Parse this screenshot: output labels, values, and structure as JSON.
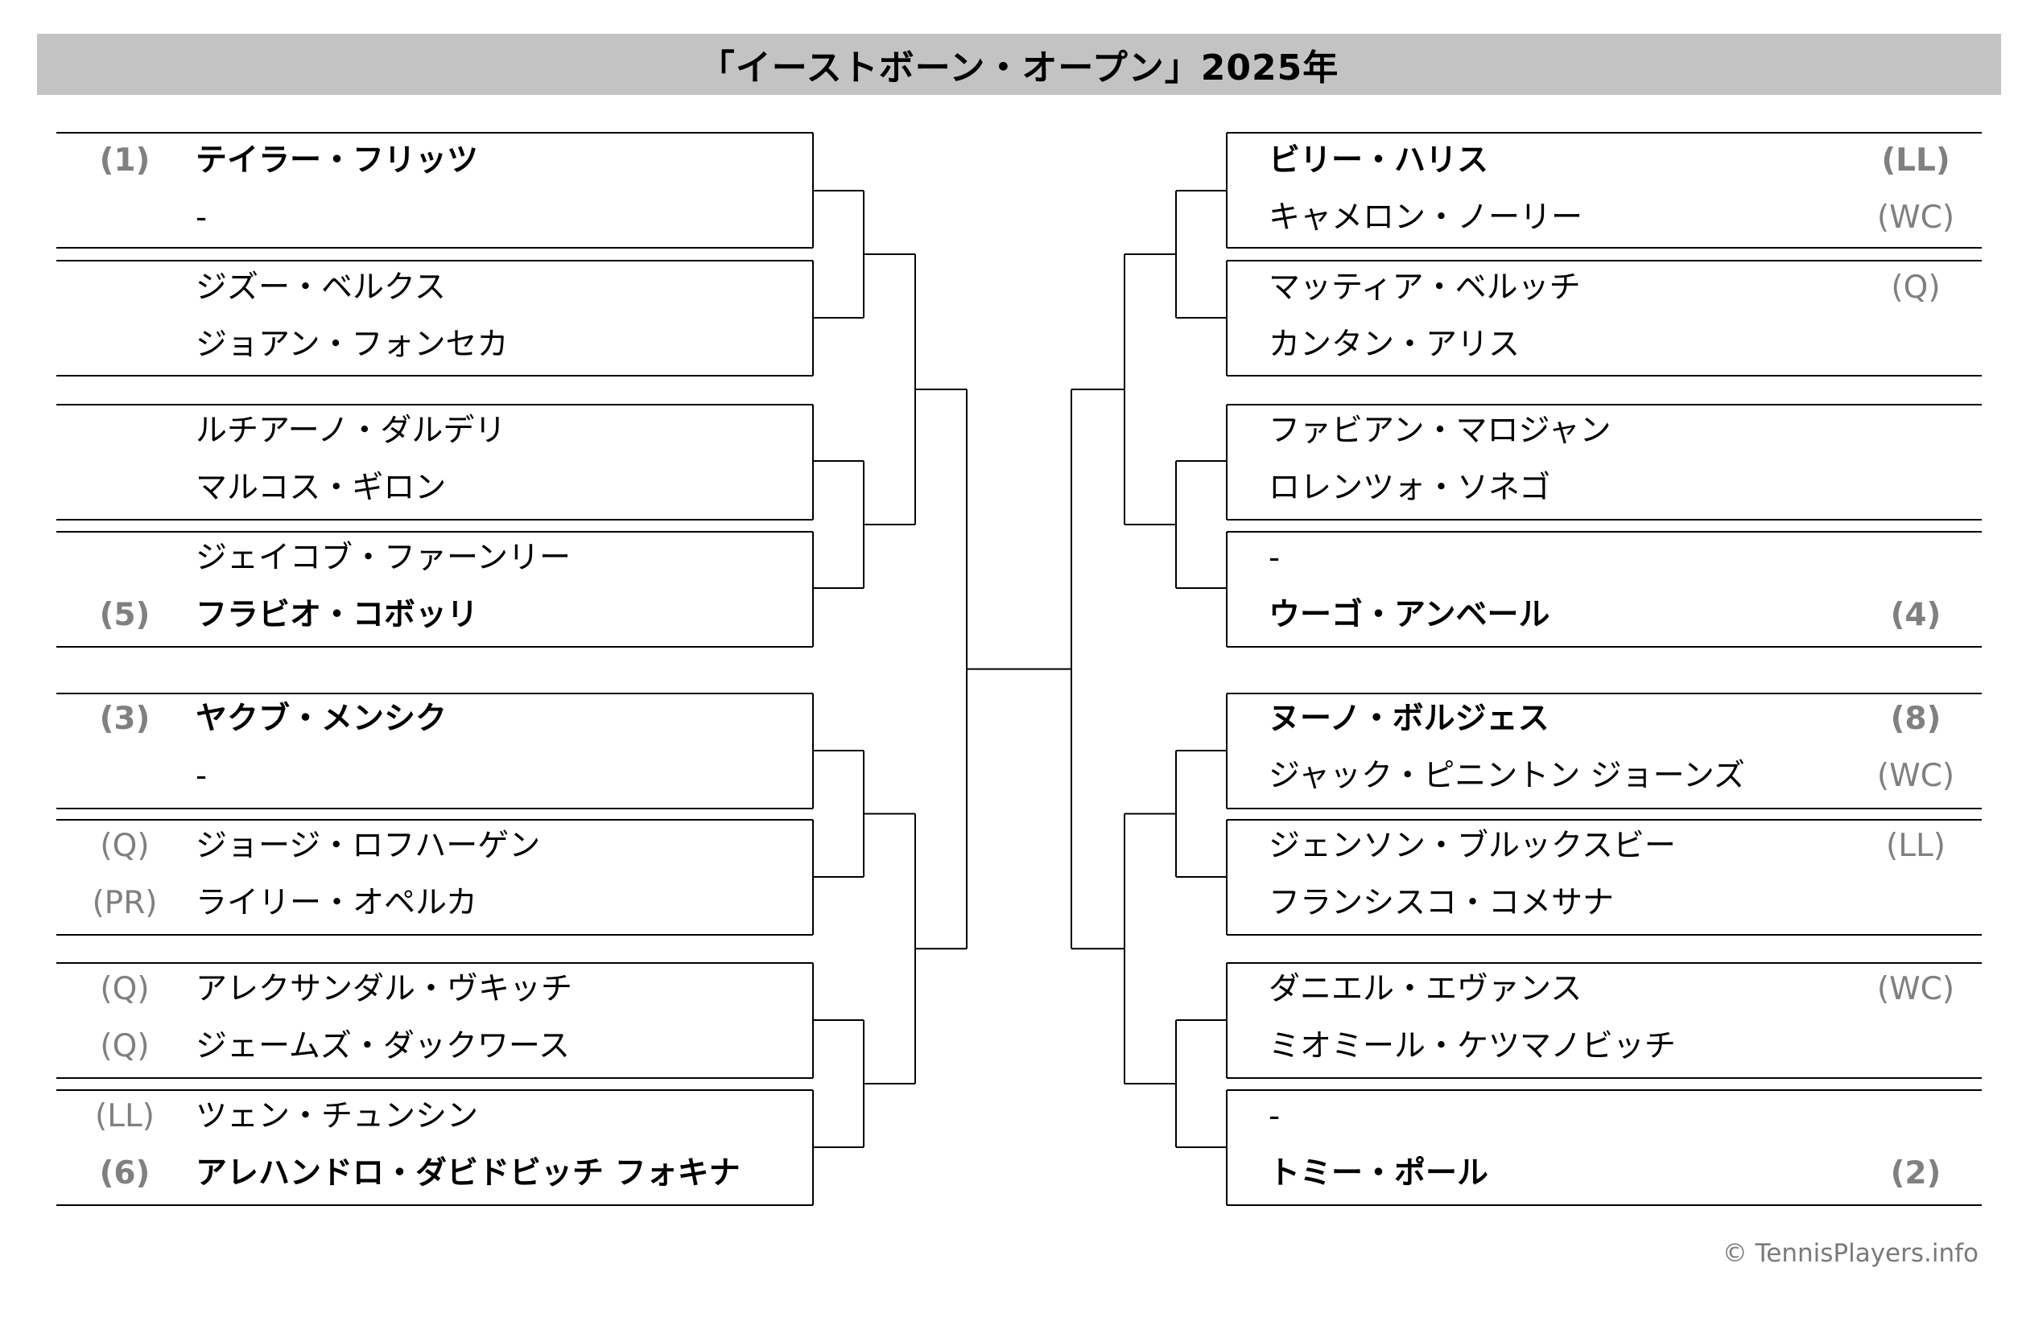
{
  "title": "「イーストボーン・オープン」2025年",
  "copyright": "© TennisPlayers.info",
  "left": [
    {
      "seed": "(1)",
      "name": "テイラー・フリッツ",
      "bold": true
    },
    {
      "seed": "",
      "name": "-",
      "bold": false
    },
    {
      "seed": "",
      "name": "ジズー・ベルクス",
      "bold": false
    },
    {
      "seed": "",
      "name": "ジョアン・フォンセカ",
      "bold": false
    },
    {
      "seed": "",
      "name": "ルチアーノ・ダルデリ",
      "bold": false
    },
    {
      "seed": "",
      "name": "マルコス・ギロン",
      "bold": false
    },
    {
      "seed": "",
      "name": "ジェイコブ・ファーンリー",
      "bold": false
    },
    {
      "seed": "(5)",
      "name": "フラビオ・コボッリ",
      "bold": true
    },
    {
      "seed": "(3)",
      "name": "ヤクブ・メンシク",
      "bold": true
    },
    {
      "seed": "",
      "name": "-",
      "bold": false
    },
    {
      "seed": "(Q)",
      "name": "ジョージ・ロフハーゲン",
      "bold": false
    },
    {
      "seed": "(PR)",
      "name": "ライリー・オペルカ",
      "bold": false
    },
    {
      "seed": "(Q)",
      "name": "アレクサンダル・ヴキッチ",
      "bold": false
    },
    {
      "seed": "(Q)",
      "name": "ジェームズ・ダックワース",
      "bold": false
    },
    {
      "seed": "(LL)",
      "name": "ツェン・チュンシン",
      "bold": false
    },
    {
      "seed": "(6)",
      "name": "アレハンドロ・ダビドビッチ フォキナ",
      "bold": true
    }
  ],
  "right": [
    {
      "seed": "(LL)",
      "name": "ビリー・ハリス",
      "bold": true
    },
    {
      "seed": "(WC)",
      "name": "キャメロン・ノーリー",
      "bold": false
    },
    {
      "seed": "(Q)",
      "name": "マッティア・ベルッチ",
      "bold": false
    },
    {
      "seed": "",
      "name": "カンタン・アリス",
      "bold": false
    },
    {
      "seed": "",
      "name": "ファビアン・マロジャン",
      "bold": false
    },
    {
      "seed": "",
      "name": "ロレンツォ・ソネゴ",
      "bold": false
    },
    {
      "seed": "",
      "name": "-",
      "bold": false
    },
    {
      "seed": "(4)",
      "name": "ウーゴ・アンベール",
      "bold": true
    },
    {
      "seed": "(8)",
      "name": "ヌーノ・ボルジェス",
      "bold": true
    },
    {
      "seed": "(WC)",
      "name": "ジャック・ピニントン ジョーンズ",
      "bold": false
    },
    {
      "seed": "(LL)",
      "name": "ジェンソン・ブルックスビー",
      "bold": false
    },
    {
      "seed": "",
      "name": "フランシスコ・コメサナ",
      "bold": false
    },
    {
      "seed": "(WC)",
      "name": "ダニエル・エヴァンス",
      "bold": false
    },
    {
      "seed": "",
      "name": "ミオミール・ケツマノビッチ",
      "bold": false
    },
    {
      "seed": "",
      "name": "-",
      "bold": false
    },
    {
      "seed": "(2)",
      "name": "トミー・ポール",
      "bold": true
    }
  ]
}
